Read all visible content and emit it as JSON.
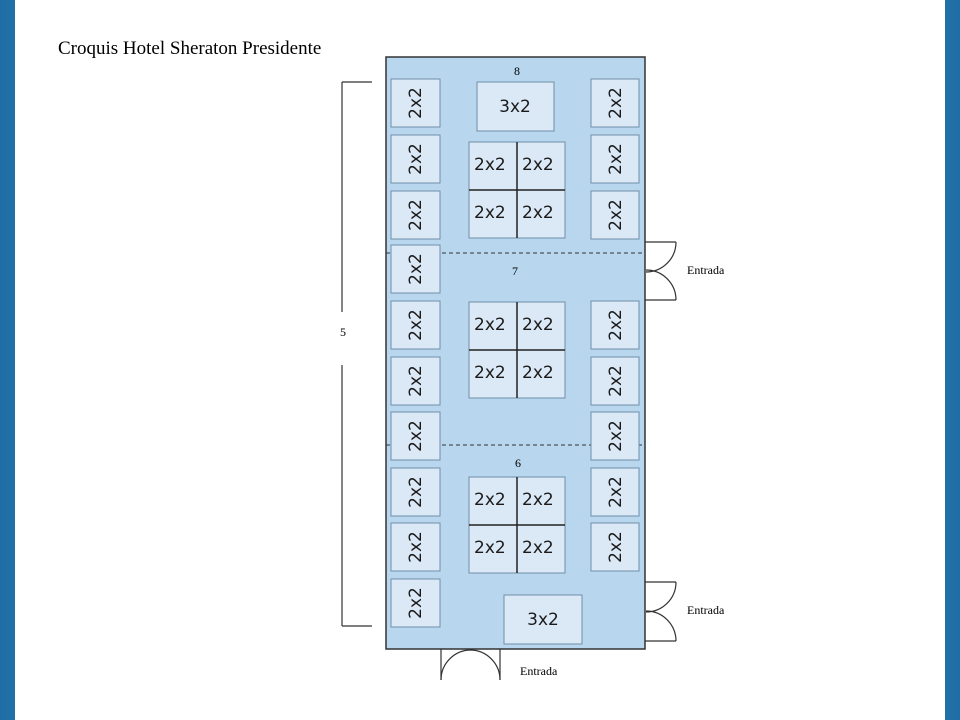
{
  "title": "Croquis Hotel Sheraton Presidente",
  "colors": {
    "hall": "#b8d7ee",
    "booth": "#dbe9f7",
    "background": "#3b8fc7"
  },
  "dimension_label": "5",
  "entrance_label": "Entrada",
  "booth_label_small": "2x2",
  "booth_label_large": "3x2",
  "section_labels": {
    "top": "8",
    "middle": "7",
    "bottom": "6"
  }
}
